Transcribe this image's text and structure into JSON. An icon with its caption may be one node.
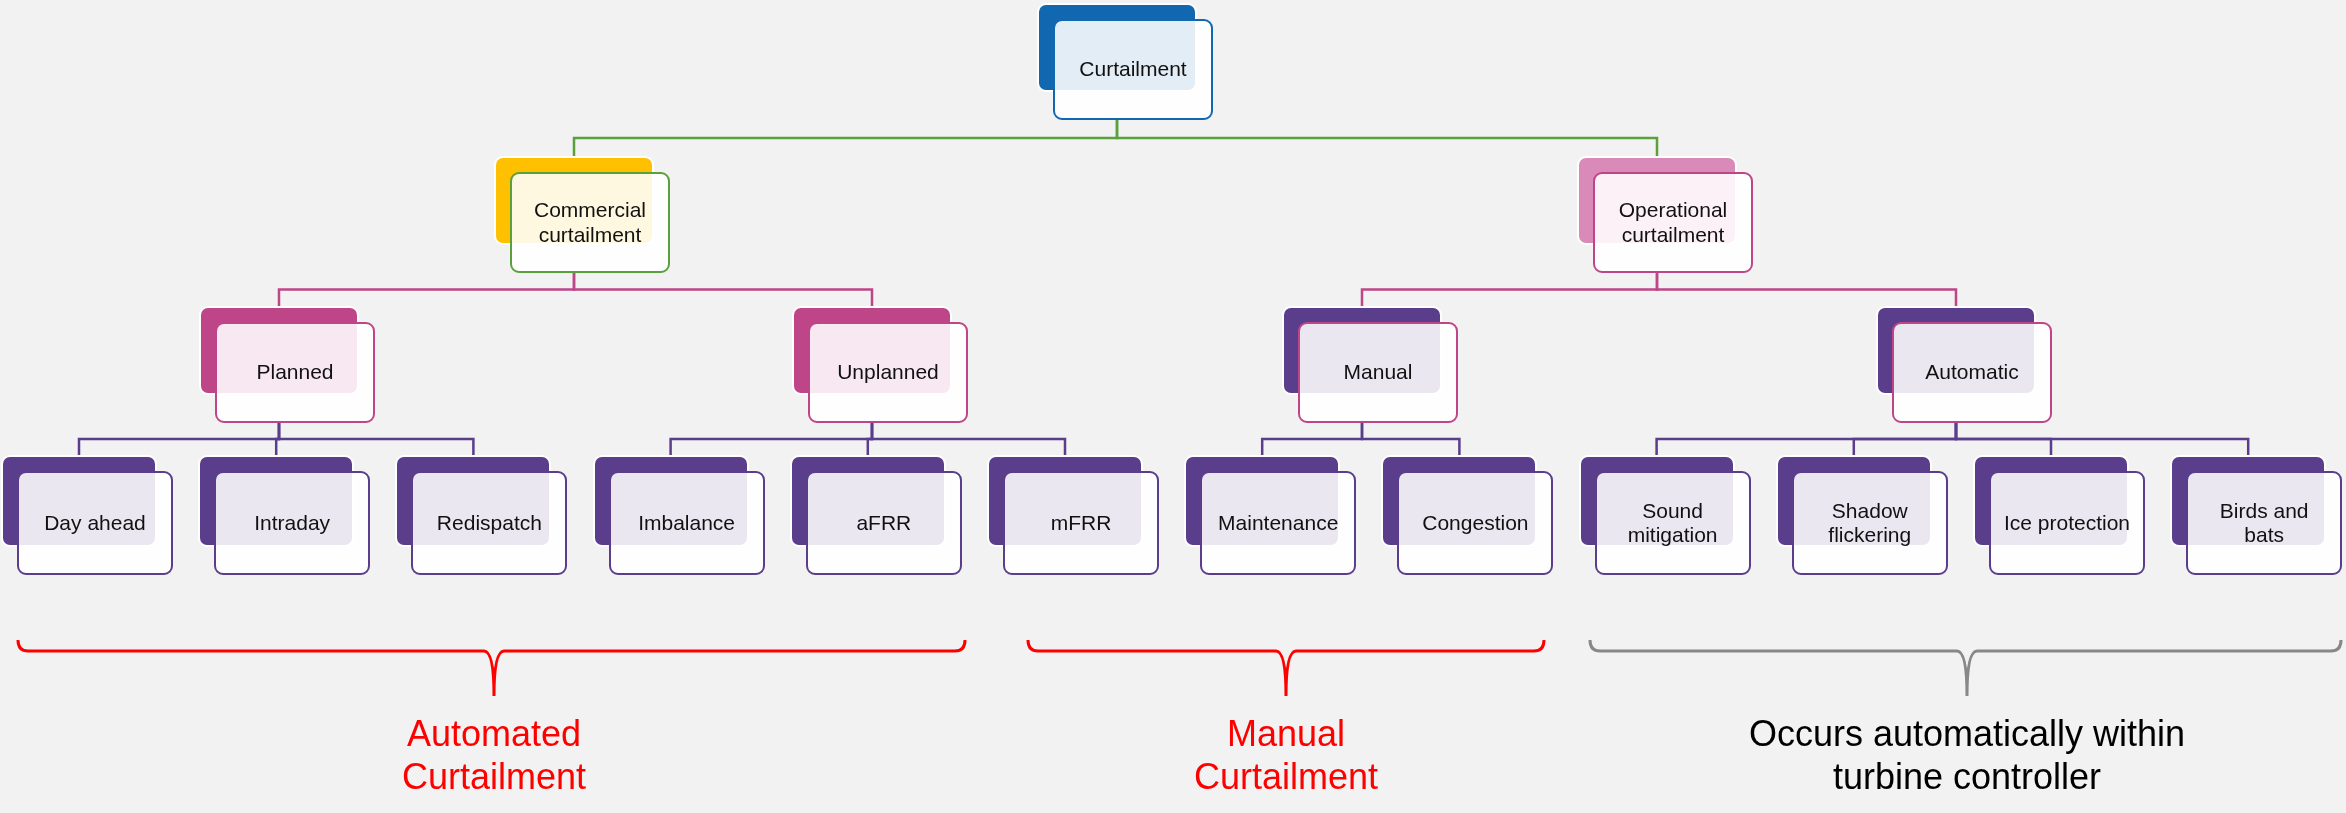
{
  "diagram": {
    "nodes": [
      {
        "text": [
          "Curtailment"
        ]
      },
      {
        "text": [
          "Commercial curtailment"
        ]
      },
      {
        "text": [
          "Operational curtailment"
        ]
      },
      {
        "text": [
          "Planned"
        ]
      },
      {
        "text": [
          "Unplanned"
        ]
      },
      {
        "text": [
          "Manual"
        ]
      },
      {
        "text": [
          "Automatic"
        ]
      },
      {
        "text": [
          "Day ahead"
        ]
      },
      {
        "text": [
          "Intraday"
        ]
      },
      {
        "text": [
          "Redispatch"
        ]
      },
      {
        "text": [
          "Imbalance"
        ]
      },
      {
        "text": [
          "aFRR"
        ]
      },
      {
        "text": [
          "mFRR"
        ]
      },
      {
        "text": [
          "Maintenance"
        ]
      },
      {
        "text": [
          "Congestion"
        ]
      },
      {
        "text": [
          "Sound mitigation"
        ]
      },
      {
        "text": [
          "Shadow flickering"
        ]
      },
      {
        "text": [
          "Ice protection"
        ]
      },
      {
        "text": [
          "Birds and bats"
        ]
      }
    ],
    "edges": [
      {
        "from": 0,
        "to": 1,
        "arrow": "none",
        "color": "#5aa03c"
      },
      {
        "from": 0,
        "to": 2,
        "arrow": "none",
        "color": "#5aa03c"
      },
      {
        "from": 1,
        "to": 3,
        "arrow": "none",
        "color": "#bf4589"
      },
      {
        "from": 1,
        "to": 4,
        "arrow": "none",
        "color": "#bf4589"
      },
      {
        "from": 2,
        "to": 5,
        "arrow": "none",
        "color": "#bf4589"
      },
      {
        "from": 2,
        "to": 6,
        "arrow": "none",
        "color": "#bf4589"
      },
      {
        "from": 3,
        "to": 7,
        "arrow": "none"
      },
      {
        "from": 3,
        "to": 8,
        "arrow": "none"
      },
      {
        "from": 3,
        "to": 9,
        "arrow": "none"
      },
      {
        "from": 4,
        "to": 10,
        "arrow": "none"
      },
      {
        "from": 4,
        "to": 11,
        "arrow": "none"
      },
      {
        "from": 4,
        "to": 12,
        "arrow": "none"
      },
      {
        "from": 5,
        "to": 13,
        "arrow": "none"
      },
      {
        "from": 5,
        "to": 14,
        "arrow": "none"
      },
      {
        "from": 6,
        "to": 15,
        "arrow": "none"
      },
      {
        "from": 6,
        "to": 16,
        "arrow": "none"
      },
      {
        "from": 6,
        "to": 17,
        "arrow": "none"
      },
      {
        "from": 6,
        "to": 18,
        "arrow": "none"
      }
    ],
    "labels": [
      "Automated Curtailment",
      "Manual Curtailment",
      "Occurs automatically within turbine controller"
    ]
  }
}
